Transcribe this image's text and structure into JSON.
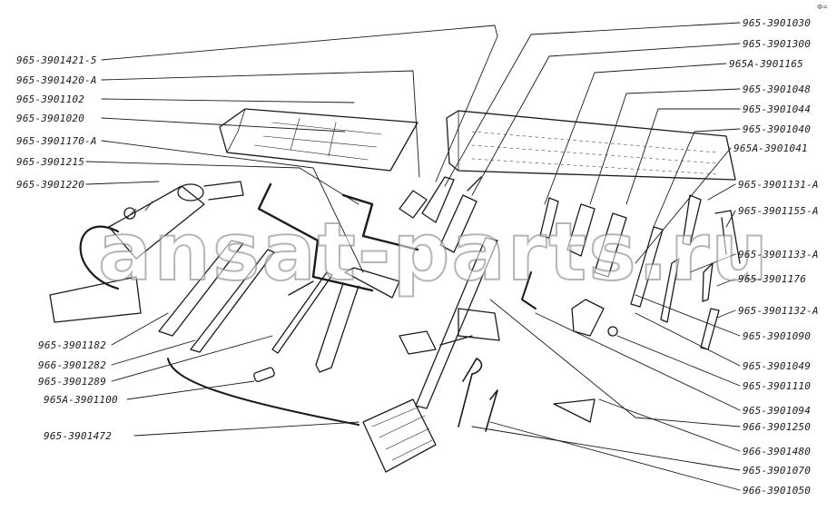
{
  "watermark": "ansat-parts.ru",
  "corner_mark": "Ф=",
  "labels_left": [
    "965-3901421-5",
    "965-3901420-А",
    "965-3901102",
    "965-3901020",
    "965-3901170-А",
    "965-3901215",
    "965-3901220",
    "965-3901182",
    "966-3901282",
    "965-3901289",
    "965А-3901100",
    "965-3901472"
  ],
  "labels_right": [
    "965-3901030",
    "965-3901300",
    "965А-3901165",
    "965-3901048",
    "965-3901044",
    "965-3901040",
    "965А-3901041",
    "965-3901131-А",
    "965-3901155-А",
    "965-3901133-А",
    "965-3901176",
    "965-3901132-А",
    "965-3901090",
    "965-3901049",
    "965-3901110",
    "965-3901094",
    "966-3901250",
    "966-3901480",
    "965-3901070",
    "966-3901050"
  ]
}
